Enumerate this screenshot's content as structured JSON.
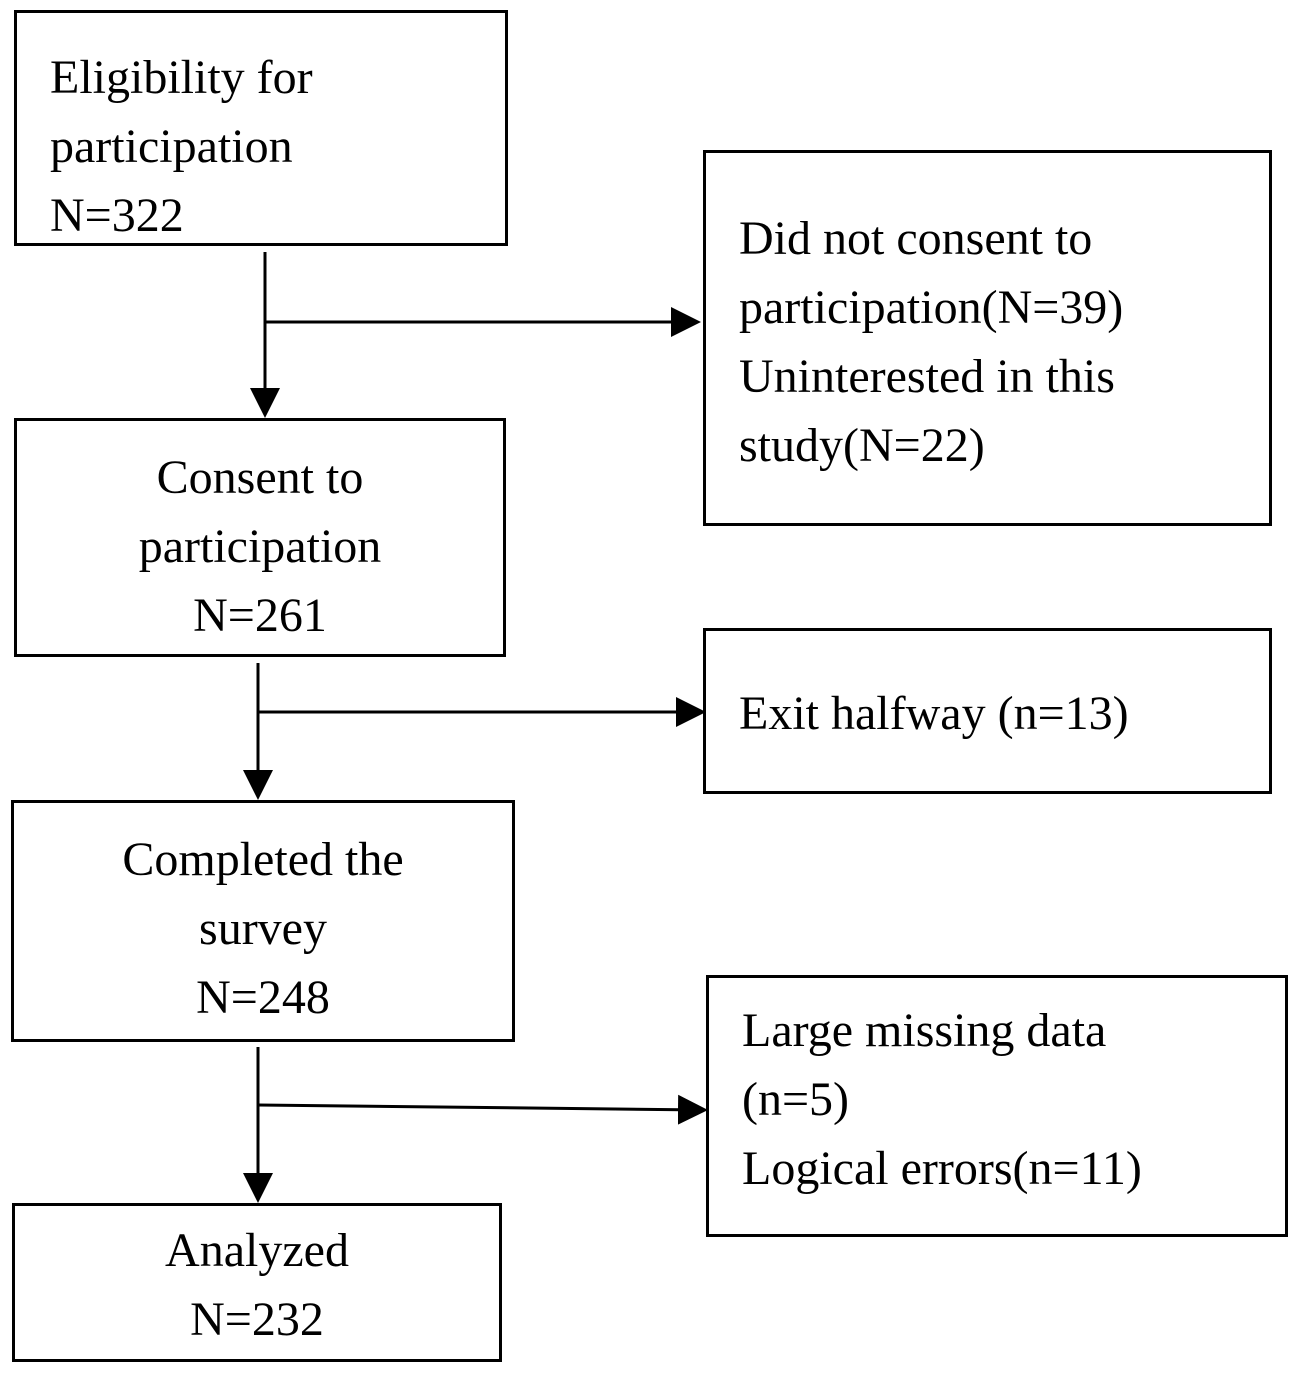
{
  "flowchart": {
    "main_boxes": [
      {
        "id": "eligibility",
        "lines": [
          "Eligibility for",
          "participation",
          "N=322"
        ]
      },
      {
        "id": "consent",
        "lines": [
          "Consent to",
          "participation",
          "N=261"
        ]
      },
      {
        "id": "completed",
        "lines": [
          "Completed the",
          "survey",
          "N=248"
        ]
      },
      {
        "id": "analyzed",
        "lines": [
          "Analyzed",
          "N=232"
        ]
      }
    ],
    "side_boxes": [
      {
        "id": "did-not-consent",
        "lines": [
          "Did not consent to",
          "participation(N=39)",
          "Uninterested in this",
          "study(N=22)"
        ]
      },
      {
        "id": "exit-halfway",
        "lines": [
          "Exit halfway (n=13)"
        ]
      },
      {
        "id": "excluded-data",
        "lines": [
          "Large missing data",
          "(n=5)",
          "Logical errors(n=11)"
        ]
      }
    ]
  },
  "colors": {
    "stroke": "#000000",
    "background": "#ffffff"
  }
}
